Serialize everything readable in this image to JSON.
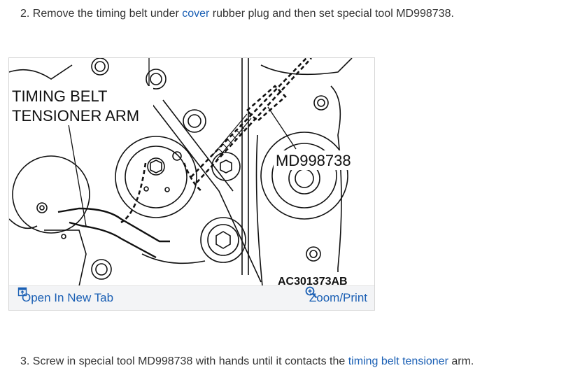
{
  "step2": {
    "prefix": "2. Remove the timing belt under ",
    "link": "cover",
    "suffix": " rubber plug and then set special tool MD998738."
  },
  "figure": {
    "label_arm_line1": "TIMING BELT",
    "label_arm_line2": "TENSIONER ARM",
    "label_tool": "MD998738",
    "figure_code": "AC301373AB"
  },
  "toolbar": {
    "open_tab_label": "Open In New Tab",
    "zoom_label": "Zoom/Print",
    "open_tab_icon": "open-new-tab-icon",
    "zoom_icon": "magnifier-plus-icon"
  },
  "step3": {
    "prefix": "3. Screw in special tool MD998738 with hands until it contacts the ",
    "link": "timing belt tensioner",
    "suffix": " arm."
  },
  "colors": {
    "link": "#1a5fb4",
    "text": "#333333",
    "toolbar_bg": "#f3f4f6"
  }
}
